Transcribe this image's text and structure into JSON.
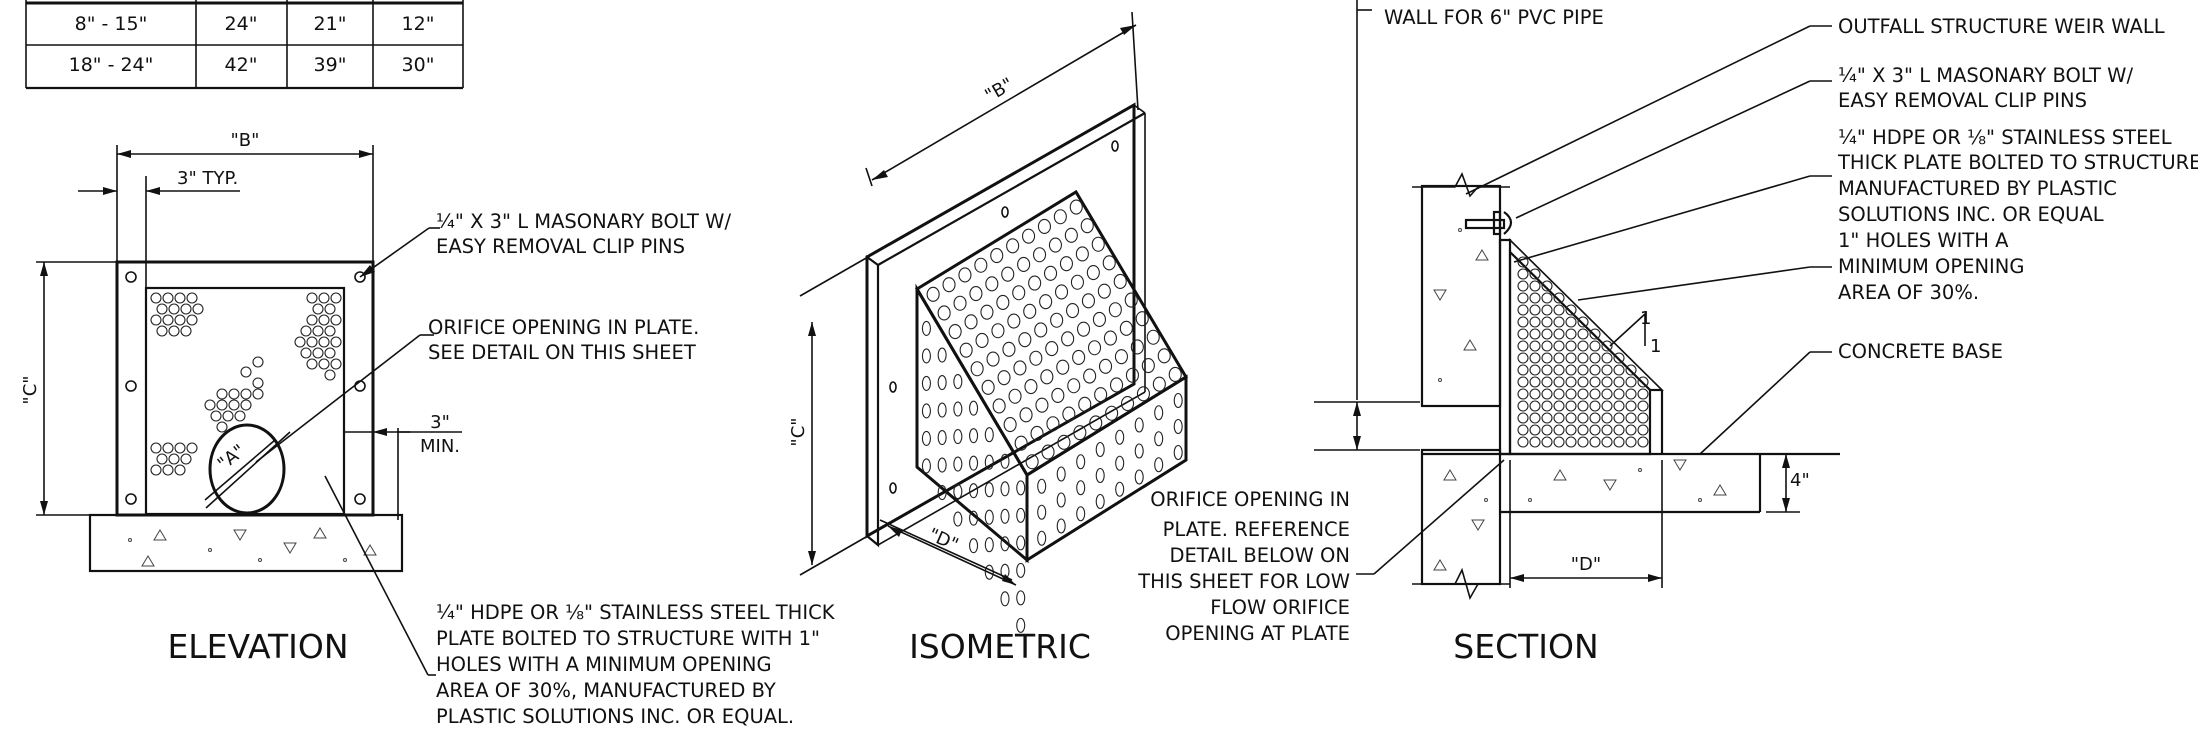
{
  "table": {
    "rows": [
      [
        "8\" - 15\"",
        "24\"",
        "21\"",
        "12\""
      ],
      [
        "18\" - 24\"",
        "42\"",
        "39\"",
        "30\""
      ]
    ]
  },
  "elevation": {
    "title": "ELEVATION",
    "dim_b": "\"B\"",
    "dim_typ": "3\" TYP.",
    "dim_c": "\"C\"",
    "dim_a": "\"A\"",
    "dim_min_value": "3\"",
    "dim_min_label": "MIN.",
    "note_bolt": [
      "¼\" X 3\" L MASONARY BOLT W/",
      "EASY REMOVAL CLIP PINS"
    ],
    "note_orifice": [
      "ORIFICE OPENING IN PLATE.",
      "SEE DETAIL ON THIS SHEET"
    ],
    "note_plate": [
      "¼\" HDPE OR ⅛\"  STAINLESS STEEL THICK",
      "PLATE BOLTED TO STRUCTURE WITH 1\"",
      "HOLES WITH A MINIMUM OPENING",
      "AREA OF 30%, MANUFACTURED BY",
      "PLASTIC SOLUTIONS INC. OR EQUAL."
    ]
  },
  "isometric": {
    "title": "ISOMETRIC",
    "dim_b": "\"B\"",
    "dim_c": "\"C\"",
    "dim_d": "\"D\"",
    "note_orifice": [
      "ORIFICE OPENING IN",
      "PLATE.  REFERENCE",
      "DETAIL BELOW ON",
      "THIS SHEET FOR LOW",
      "FLOW ORIFICE",
      "OPENING AT PLATE"
    ]
  },
  "section": {
    "title": "SECTION",
    "note_wall": "WALL FOR 6\" PVC PIPE",
    "note_weir": "OUTFALL STRUCTURE WEIR WALL",
    "note_bolt": [
      "¼\" X 3\" L MASONARY BOLT W/",
      "EASY REMOVAL CLIP PINS"
    ],
    "note_plate": [
      "¼\" HDPE OR ⅛\"  STAINLESS STEEL",
      "THICK PLATE BOLTED TO STRUCTURE",
      "MANUFACTURED BY PLASTIC",
      "SOLUTIONS INC. OR EQUAL",
      "1\" HOLES WITH A",
      "MINIMUM OPENING",
      "AREA OF 30%."
    ],
    "note_base": "CONCRETE BASE",
    "slope_rise": "1",
    "slope_run": "1",
    "dim_4": "4\"",
    "dim_d": "\"D\""
  }
}
